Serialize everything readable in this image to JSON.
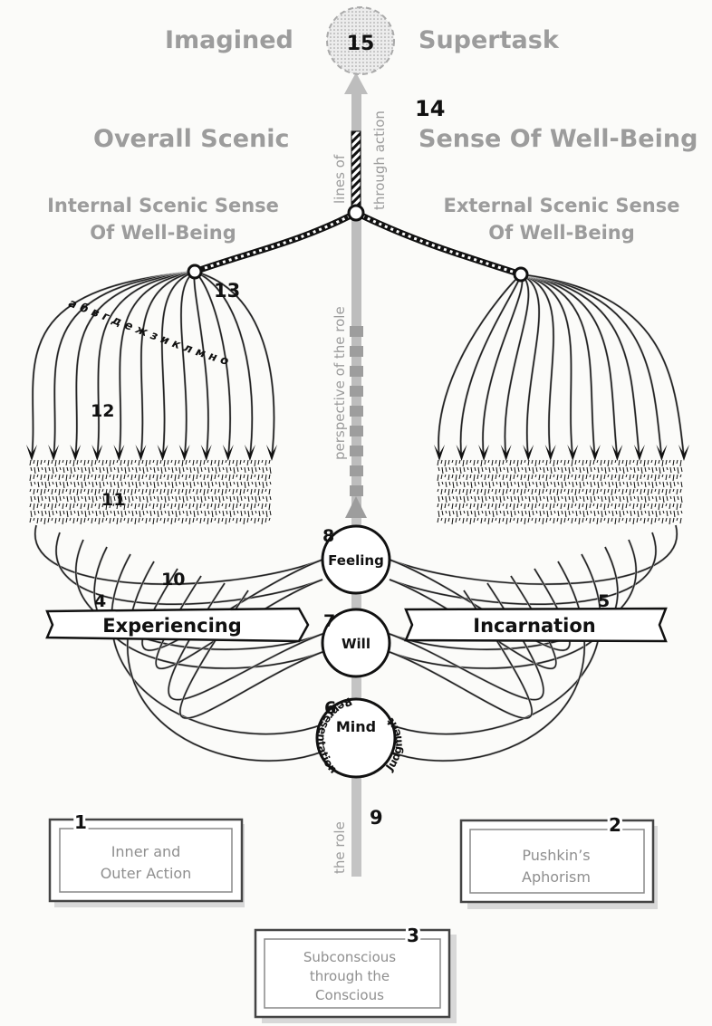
{
  "titles": {
    "imagined": "Imagined",
    "supertask": "Supertask",
    "overall": "Overall Scenic",
    "sense": "Sense Of Well-Being",
    "internal_1": "Internal Scenic Sense",
    "internal_2": "Of Well-Being",
    "external_1": "External Scenic Sense",
    "external_2": "Of Well-Being"
  },
  "arrow": {
    "upper": "lines of",
    "upper_2": "through action",
    "middle": "perspective of the role",
    "lower": "the role"
  },
  "circles": {
    "feeling": "Feeling",
    "will": "Will",
    "mind": "Mind",
    "representation": "Representation",
    "judgment": "Judgment"
  },
  "banners": {
    "experiencing": "Experiencing",
    "incarnation": "Incarnation"
  },
  "letters": "а б в г д е ж з и к л м н о",
  "numbers": {
    "n1": "1",
    "n2": "2",
    "n3": "3",
    "n4": "4",
    "n5": "5",
    "n6": "6",
    "n7": "7",
    "n8": "8",
    "n9": "9",
    "n10": "10",
    "n11": "11",
    "n12": "12",
    "n13": "13",
    "n14": "14",
    "n15": "15"
  },
  "boxes": {
    "b1_line1": "Inner and",
    "b1_line2": "Outer Action",
    "b2_line1": "Pushkin’s",
    "b2_line2": "Aphorism",
    "b3_line1": "Subconscious",
    "b3_line2": "through the",
    "b3_line3": "Conscious"
  }
}
